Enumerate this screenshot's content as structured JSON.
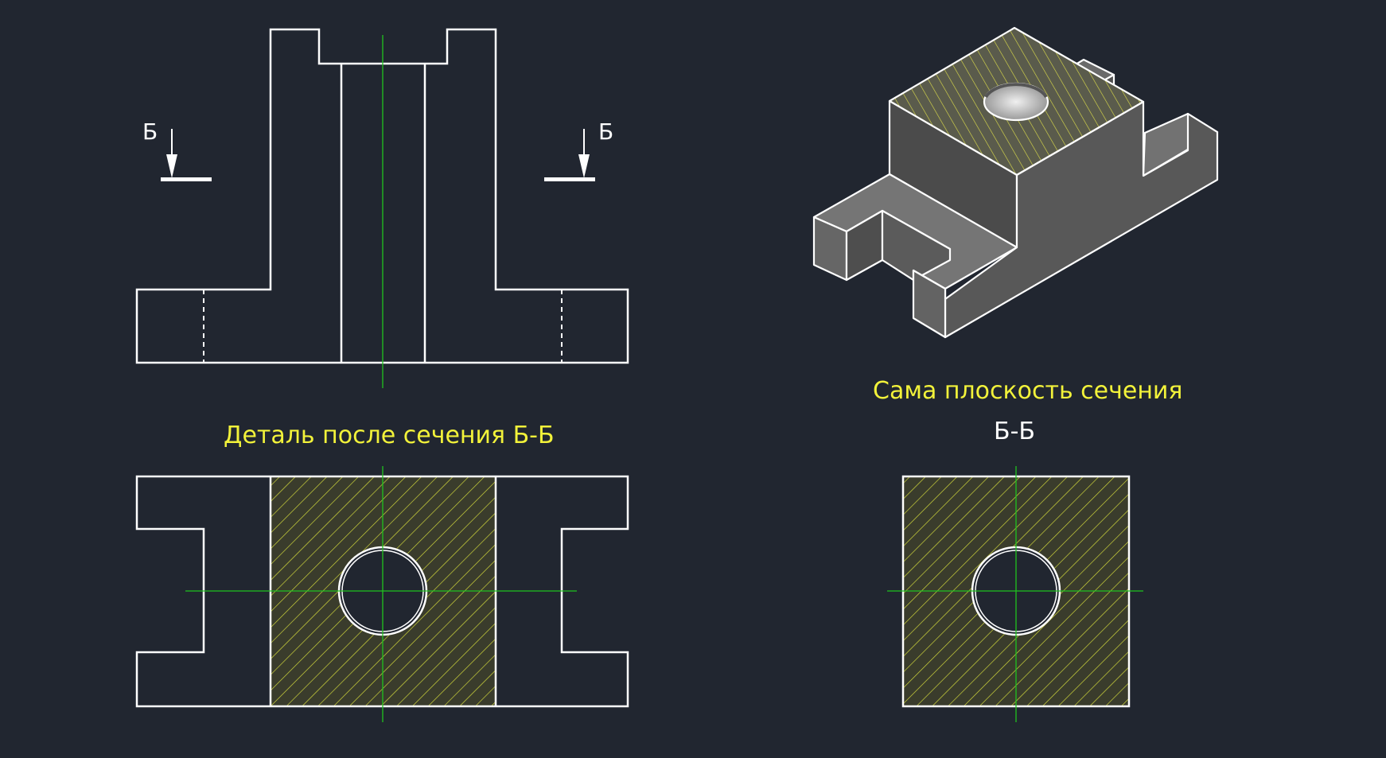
{
  "labels": {
    "section_mark_left": "Б",
    "section_mark_right": "Б",
    "caption_detail": "Деталь после сечения Б-Б",
    "caption_plane": "Сама плоскость сечения",
    "caption_section": "Б-Б"
  },
  "colors": {
    "background": "#212630",
    "outline": "#ffffff",
    "centerline": "#1fc21f",
    "hatch": "#d8df3c",
    "hatch_fill": "#4e5030",
    "caption_accent": "#f2f23a",
    "iso_top": "#5e5f5a",
    "iso_left": "#4b4b4b",
    "iso_right": "#5a5a5a"
  }
}
